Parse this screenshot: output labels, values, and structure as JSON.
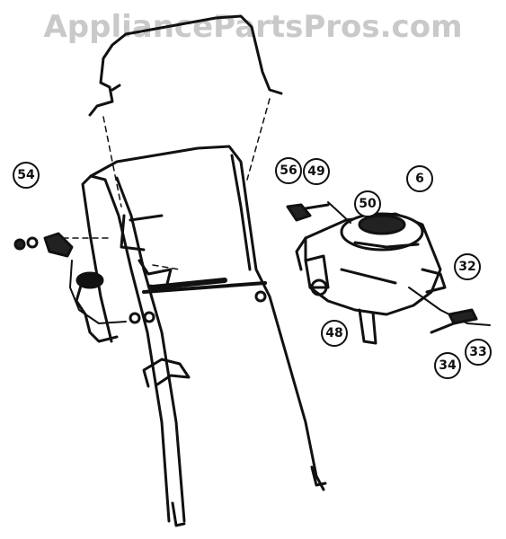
{
  "watermark": "AppliancePartsPros.com",
  "callouts": [
    {
      "id": "54",
      "label": "54"
    },
    {
      "id": "56",
      "label": "56"
    },
    {
      "id": "49",
      "label": "49"
    },
    {
      "id": "50",
      "label": "50"
    },
    {
      "id": "6",
      "label": "6"
    },
    {
      "id": "48",
      "label": "48"
    },
    {
      "id": "32",
      "label": "32"
    },
    {
      "id": "34",
      "label": "34"
    },
    {
      "id": "33",
      "label": "33"
    }
  ]
}
